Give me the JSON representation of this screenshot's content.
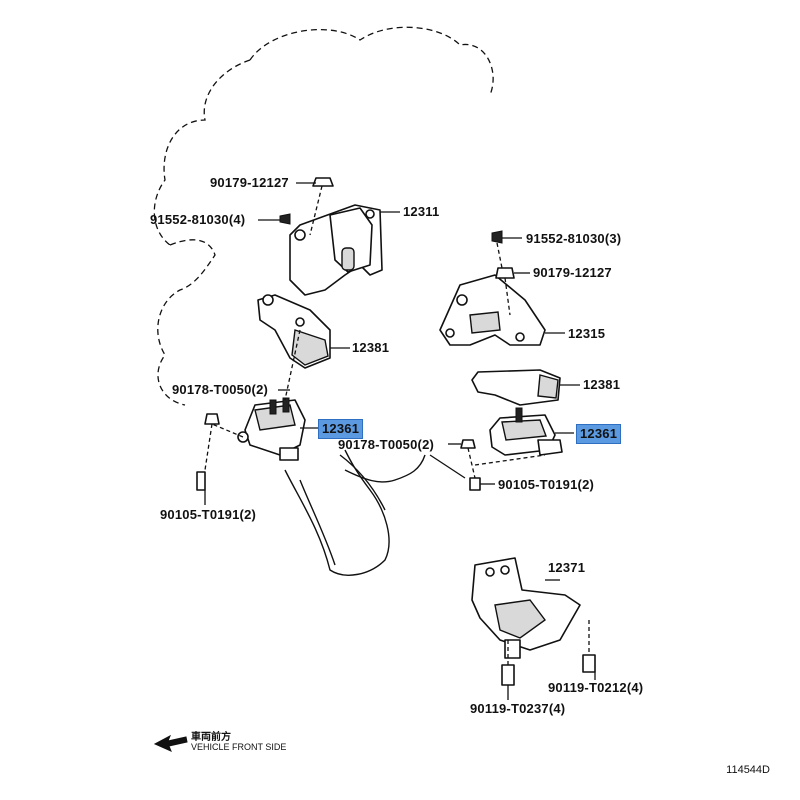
{
  "parts": {
    "p_90179_12127_left": "90179-12127",
    "p_91552_81030_left": "91552-81030(4)",
    "p_12311": "12311",
    "p_12381_left": "12381",
    "p_90178_T0050_left": "90178-T0050(2)",
    "p_12361_left": "12361",
    "p_90105_T0191_left": "90105-T0191(2)",
    "p_91552_81030_right": "91552-81030(3)",
    "p_90179_12127_right": "90179-12127",
    "p_12315": "12315",
    "p_12381_right": "12381",
    "p_12361_right": "12361",
    "p_90178_T0050_right": "90178-T0050(2)",
    "p_90105_T0191_right": "90105-T0191(2)",
    "p_12371": "12371",
    "p_90119_T0212": "90119-T0212(4)",
    "p_90119_T0237": "90119-T0237(4)"
  },
  "caption": {
    "japanese": "車両前方",
    "english": "VEHICLE FRONT SIDE"
  },
  "figure_number": "114544D",
  "colors": {
    "highlight": "#5b9ae0",
    "line": "#111111",
    "background": "#ffffff"
  },
  "icons": {
    "front_arrow": "arrow-left-icon"
  }
}
